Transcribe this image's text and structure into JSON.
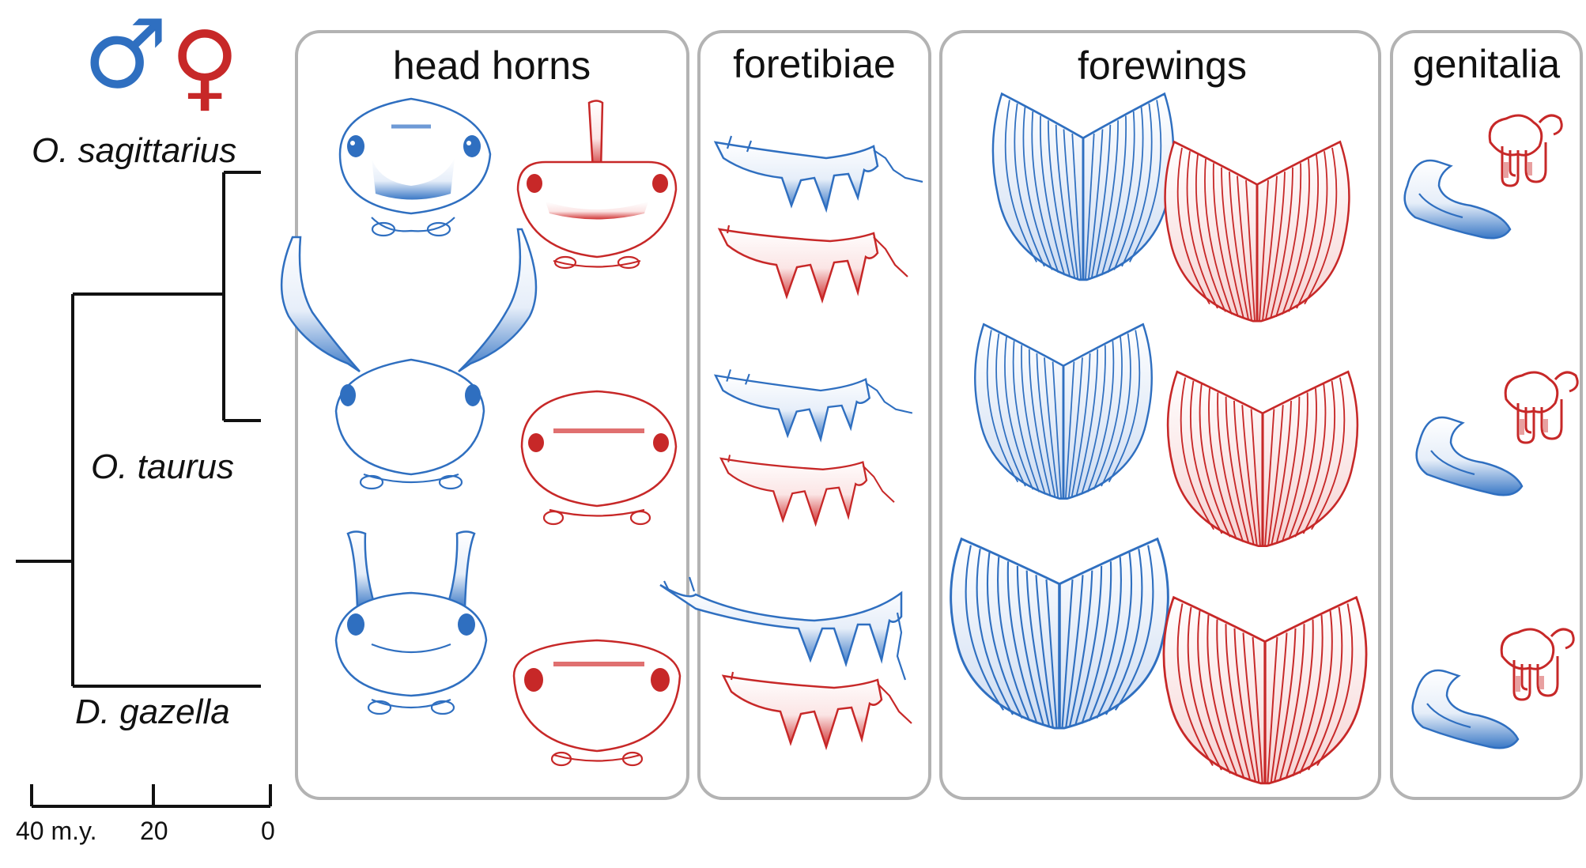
{
  "sex_symbols": {
    "male": "♂",
    "female": "♀",
    "male_color": "#2f6fc0",
    "female_color": "#c72828"
  },
  "species": [
    "O. sagittarius",
    "O. taurus",
    "D. gazella"
  ],
  "panels": [
    "head horns",
    "foretibiae",
    "forewings",
    "genitalia"
  ],
  "scale": {
    "ticks": [
      "40 m.y.",
      "20",
      "0"
    ]
  }
}
